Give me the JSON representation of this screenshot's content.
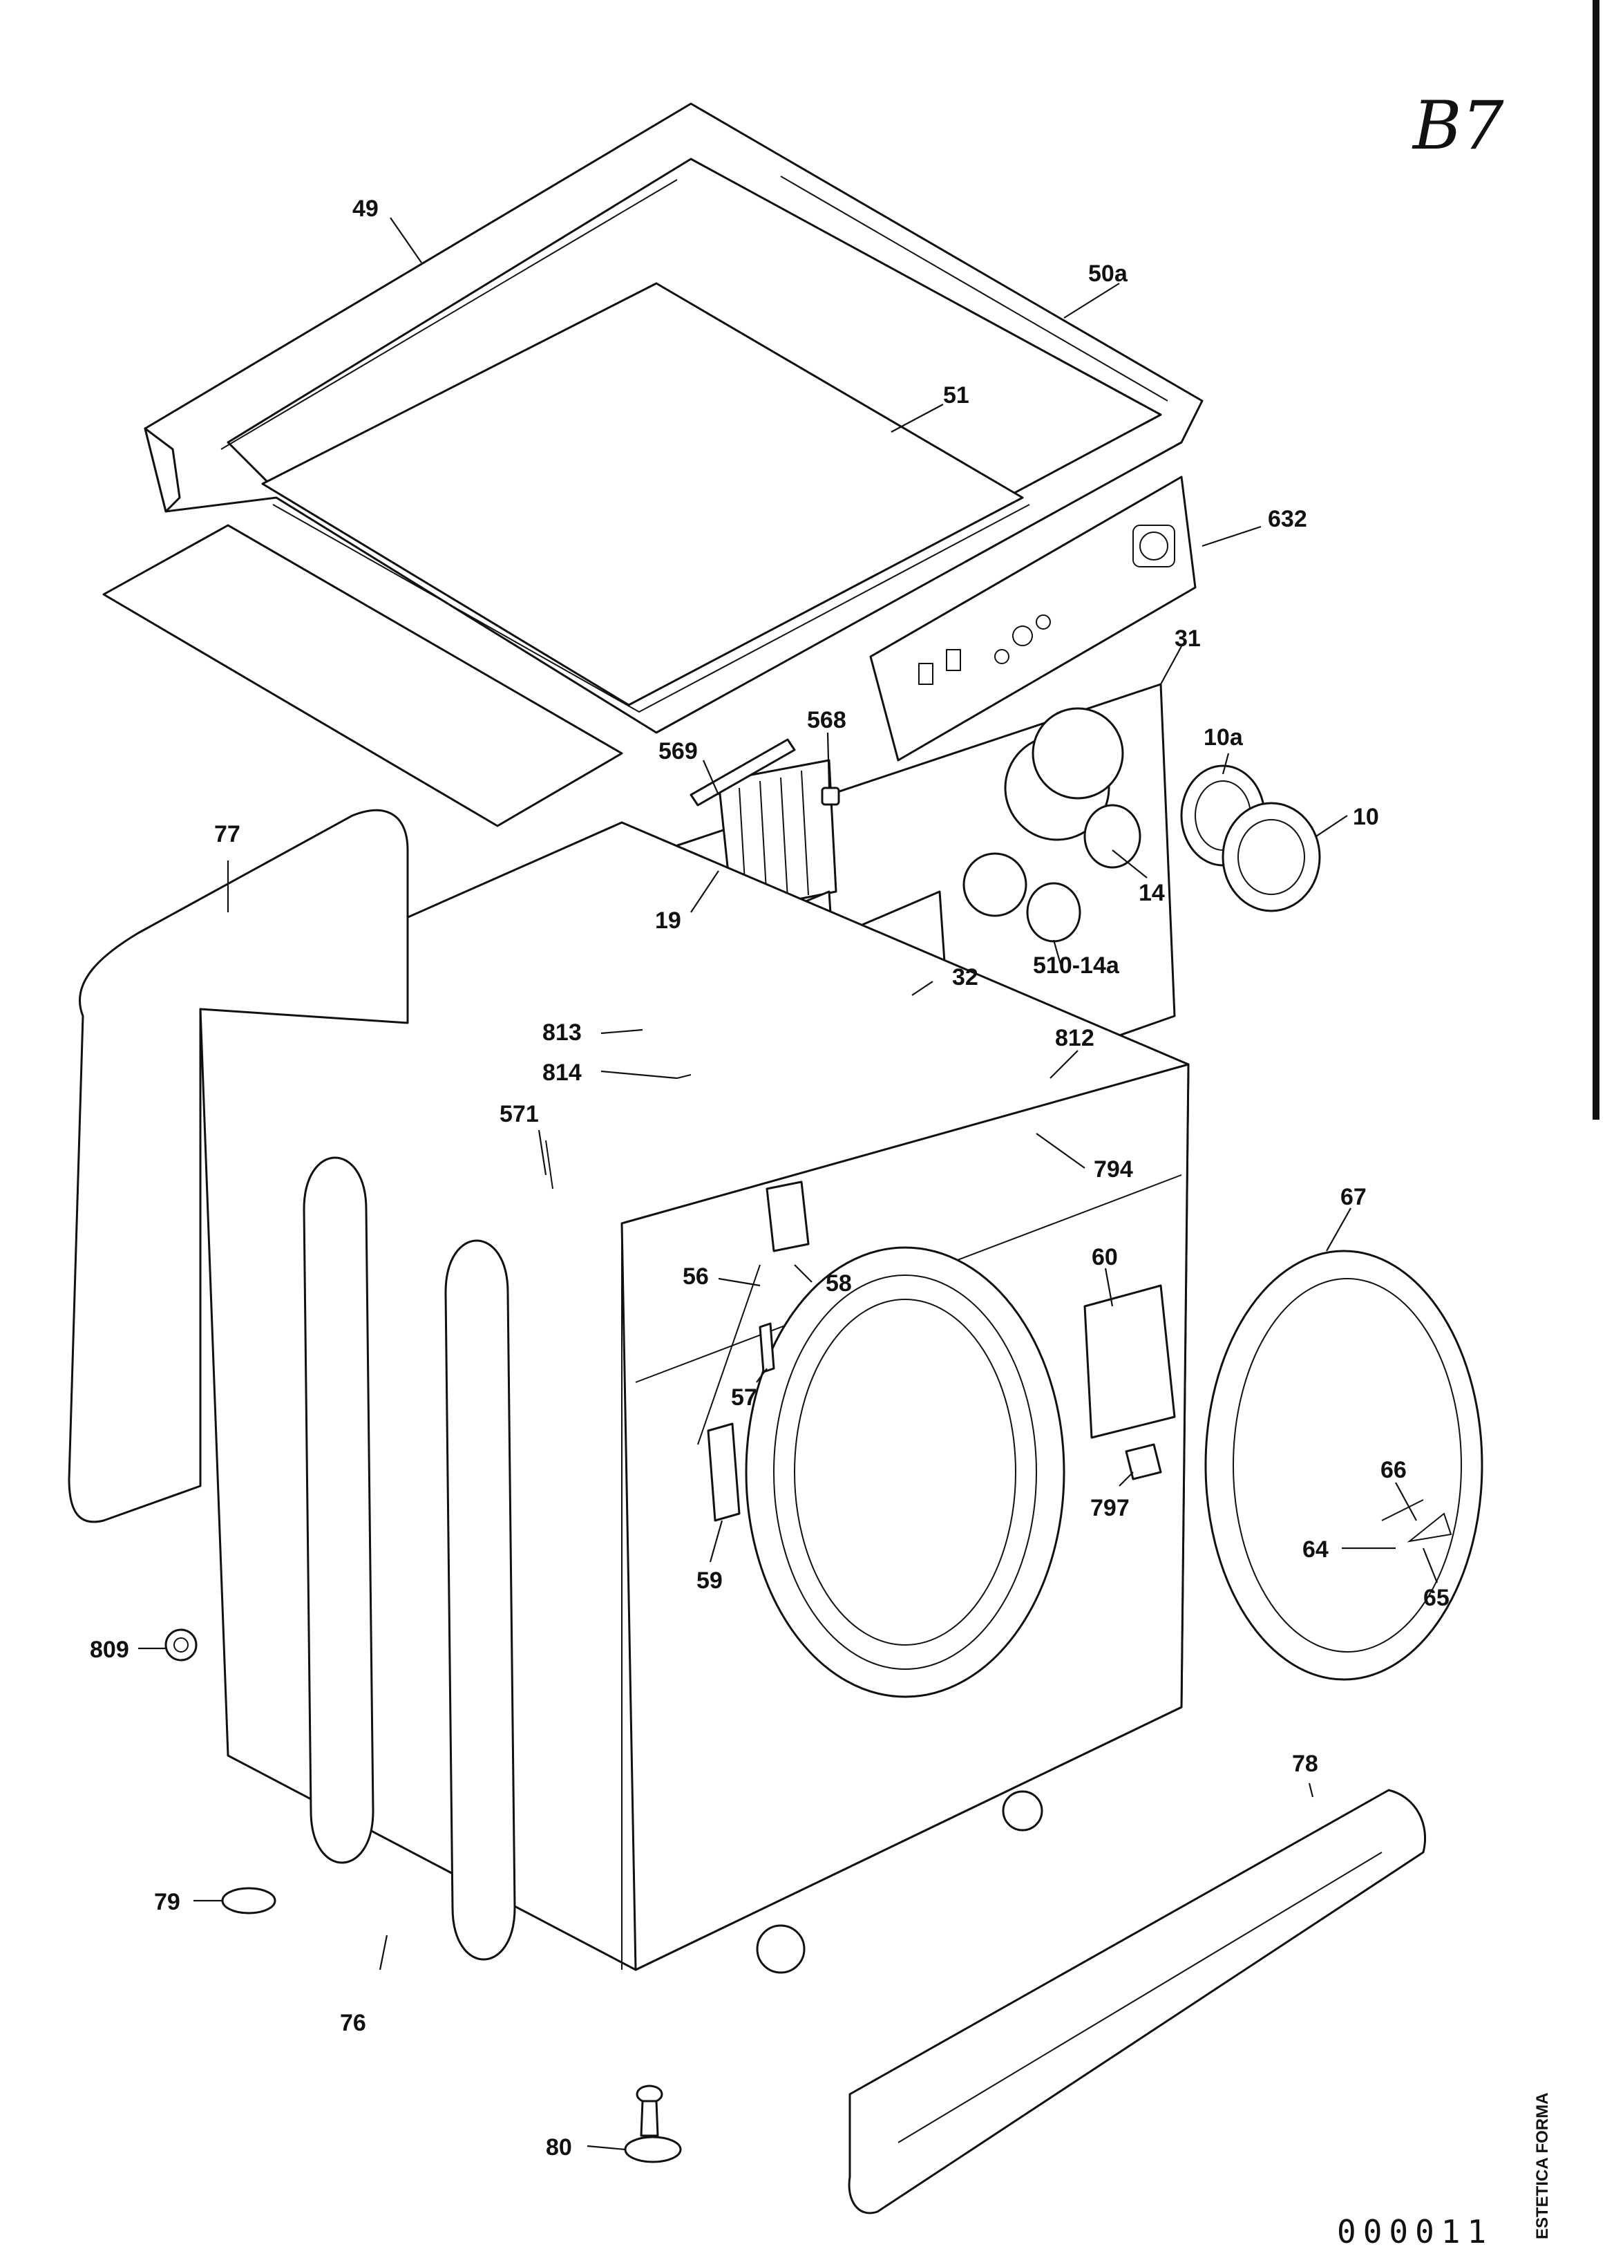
{
  "sheet": {
    "handwritten_mark": "B7",
    "drawing_number": "000011",
    "vertical_label": "ESTETICA FORMA"
  },
  "labels": [
    {
      "id": "49",
      "text": "49"
    },
    {
      "id": "50a",
      "text": "50a"
    },
    {
      "id": "51",
      "text": "51"
    },
    {
      "id": "632",
      "text": "632"
    },
    {
      "id": "31",
      "text": "31"
    },
    {
      "id": "568",
      "text": "568"
    },
    {
      "id": "569",
      "text": "569"
    },
    {
      "id": "10a",
      "text": "10a"
    },
    {
      "id": "10",
      "text": "10"
    },
    {
      "id": "77",
      "text": "77"
    },
    {
      "id": "19",
      "text": "19"
    },
    {
      "id": "14",
      "text": "14"
    },
    {
      "id": "510-14a",
      "text": "510-14a"
    },
    {
      "id": "32",
      "text": "32"
    },
    {
      "id": "813",
      "text": "813"
    },
    {
      "id": "814",
      "text": "814"
    },
    {
      "id": "812",
      "text": "812"
    },
    {
      "id": "571",
      "text": "571"
    },
    {
      "id": "794",
      "text": "794"
    },
    {
      "id": "67",
      "text": "67"
    },
    {
      "id": "60",
      "text": "60"
    },
    {
      "id": "56",
      "text": "56"
    },
    {
      "id": "58",
      "text": "58"
    },
    {
      "id": "57",
      "text": "57"
    },
    {
      "id": "797",
      "text": "797"
    },
    {
      "id": "66",
      "text": "66"
    },
    {
      "id": "64",
      "text": "64"
    },
    {
      "id": "65",
      "text": "65"
    },
    {
      "id": "59",
      "text": "59"
    },
    {
      "id": "809",
      "text": "809"
    },
    {
      "id": "78",
      "text": "78"
    },
    {
      "id": "79",
      "text": "79"
    },
    {
      "id": "76",
      "text": "76"
    },
    {
      "id": "80",
      "text": "80"
    }
  ]
}
